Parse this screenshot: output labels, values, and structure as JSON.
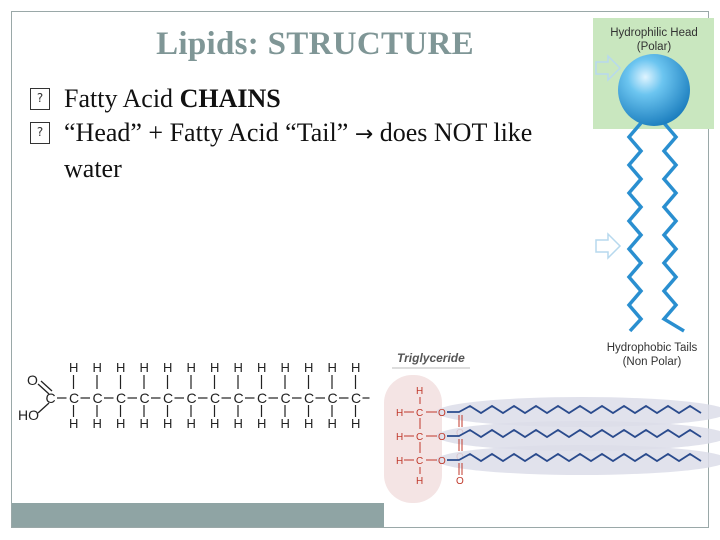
{
  "slide": {
    "title": "Lipids: STRUCTURE",
    "bullet1": {
      "normal": "Fatty Acid ",
      "bold": "CHAINS"
    },
    "bullet2": {
      "part1": "“Head” + Fatty Acid “Tail” ",
      "arrow": "→",
      "part2": " does NOT like water"
    }
  },
  "diagram_phospholipid": {
    "head_label_1": "Hydrophilic Head",
    "head_label_2": "(Polar)",
    "tail_label_1": "Hydrophobic Tails",
    "tail_label_2": "(Non Polar)"
  },
  "diagram_fatty_acid": {
    "o_label": "O",
    "ho_label": "HO",
    "c_label": "C",
    "h_label": "H"
  },
  "diagram_triglyceride": {
    "title": "Triglyceride",
    "h_label": "H",
    "c_label": "C",
    "o_label": "O"
  },
  "colors": {
    "title": "#7f9696",
    "bar": "#8fa4a4",
    "head_box": "#c9e7bf",
    "head": "#3fa9e0",
    "tail": "#2a8fd0"
  }
}
